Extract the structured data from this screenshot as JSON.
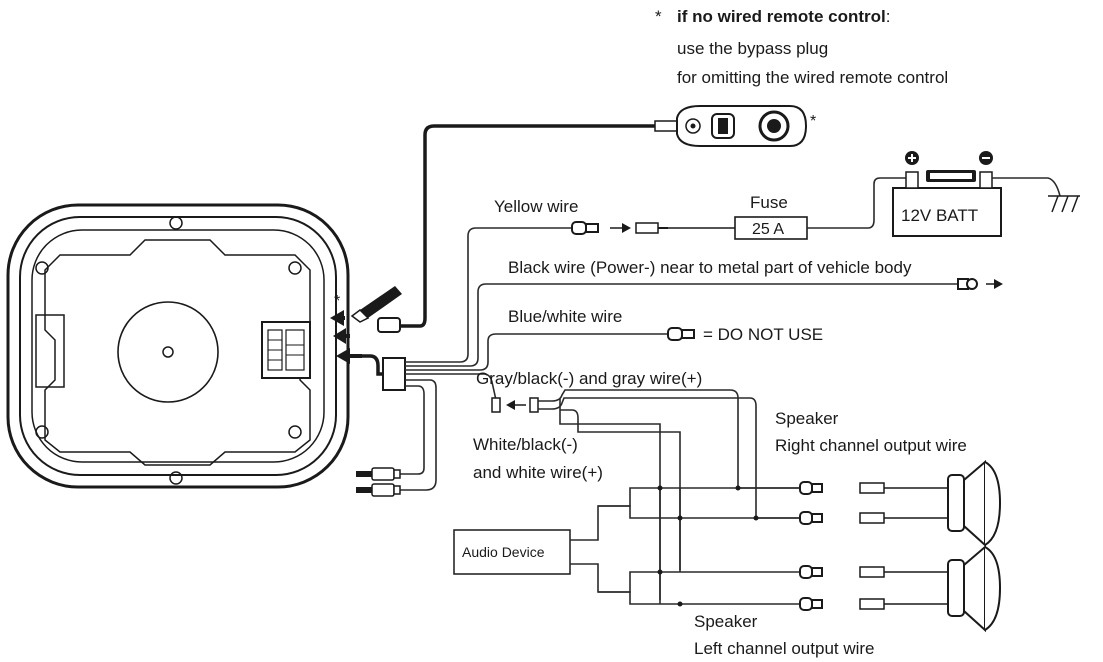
{
  "note": {
    "asterisk": "*",
    "title": "if no wired remote control",
    "colon": ":",
    "line1": "use the bypass plug",
    "line2": "for omitting the wired remote control"
  },
  "remote_asterisk": "*",
  "plug_asterisk": "*",
  "yellow_wire": "Yellow wire",
  "fuse_label": "Fuse",
  "fuse_rating": "25 A",
  "battery_label": "12V BATT",
  "black_wire": "Black wire  (Power-)  near to metal part of vehicle body",
  "blue_white_wire": "Blue/white wire",
  "do_not_use": "= DO NOT USE",
  "gray_wire": "Gray/black(-) and gray wire(+)",
  "speaker_right": {
    "line1": "Speaker",
    "line2": "Right channel output wire"
  },
  "white_wire": {
    "line1": "White/black(-)",
    "line2": "and white wire(+)"
  },
  "audio_device": "Audio Device",
  "speaker_left": {
    "line1": "Speaker",
    "line2": "Left channel output wire"
  }
}
